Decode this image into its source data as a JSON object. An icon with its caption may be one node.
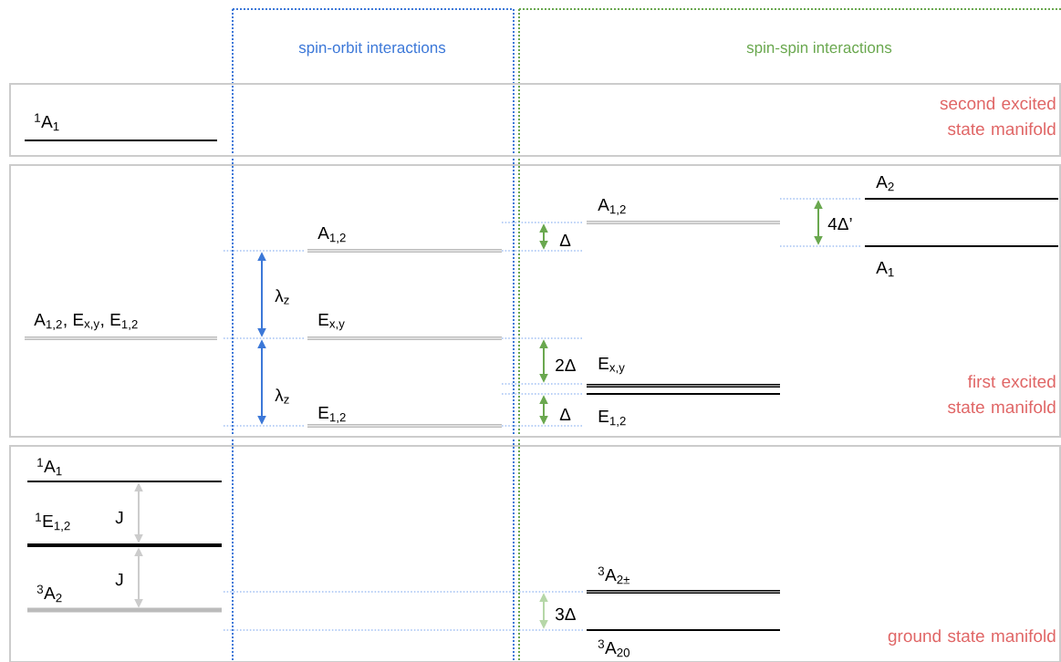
{
  "diagram": {
    "nodes": [
      {
        "text": [
          "second excited state manifold"
        ]
      },
      {
        "text": [
          "first excited state manifold"
        ]
      },
      {
        "text": [
          "ground state manifold"
        ]
      }
    ],
    "labels": [
      "spin-orbit interactions",
      "spin-spin interactions",
      "$^{1}$A$_{1}$",
      "A$_{1,2}$, E$_{x,y}$, E$_{1,2}$",
      "A$_{1,2}$",
      "λ$_{z}$",
      "E$_{x,y}$",
      "λ$_{z}$",
      "E$_{1,2}$",
      "A$_{1,2}$",
      "A$_{2}$",
      "Δ",
      "4Δ’",
      "A$_{1}$",
      "2Δ",
      "E$_{x,y}$",
      "Δ",
      "E$_{1,2}$",
      "$^{1}$A$_{1}$",
      "J",
      "$^{1}$E$_{1,2}$",
      "J",
      "$^{3}$A$_{2}$",
      "$^{3}$A$_{2±}$",
      "3Δ",
      "$^{3}$A$_{20}$"
    ]
  }
}
